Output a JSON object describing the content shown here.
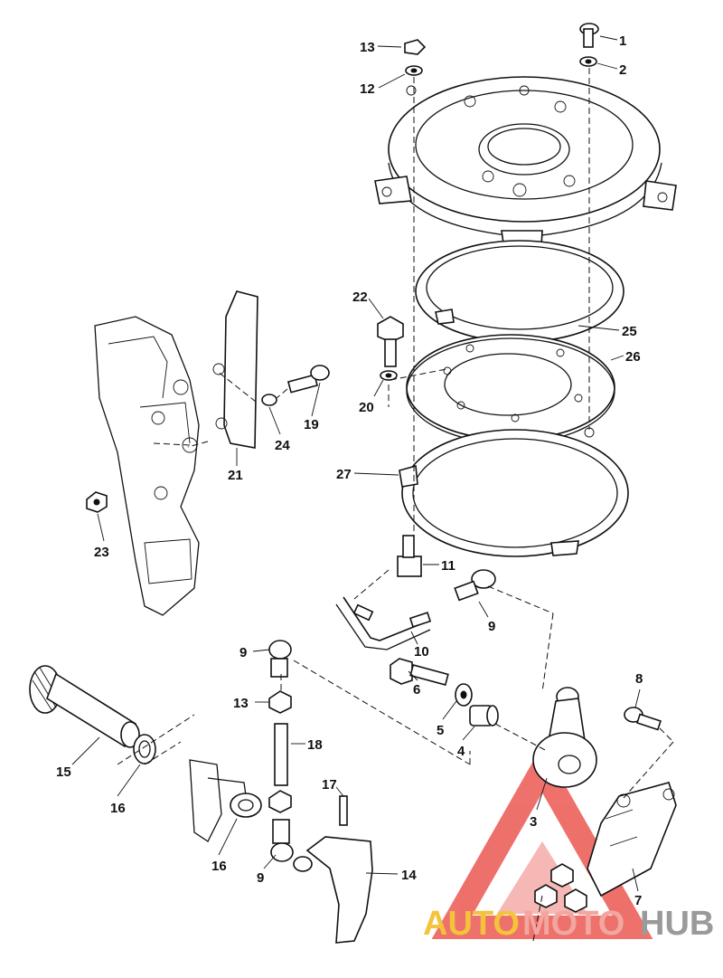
{
  "callouts": {
    "c1": "1",
    "c2": "2",
    "c3": "3",
    "c4": "4",
    "c5": "5",
    "c6": "6",
    "c7": "7",
    "c8": "8",
    "c9a": "9",
    "c9b": "9",
    "c9c": "9",
    "c10": "10",
    "c11": "11",
    "c12": "12",
    "c13a": "13",
    "c13b": "13",
    "c14": "14",
    "c15": "15",
    "c16a": "16",
    "c16b": "16",
    "c17": "17",
    "c18": "18",
    "c19": "19",
    "c20": "20",
    "c21": "21",
    "c22": "22",
    "c23": "23",
    "c24": "24",
    "c25": "25",
    "c26": "26",
    "c27": "27"
  },
  "watermark": {
    "part1": "AUTO",
    "part2": "MOTO",
    "part3": "HUB",
    "colors": {
      "auto": "#f3c33c",
      "moto": "#f2a6a0",
      "hub": "#9a9a9a",
      "logo": "#e8413a"
    }
  }
}
